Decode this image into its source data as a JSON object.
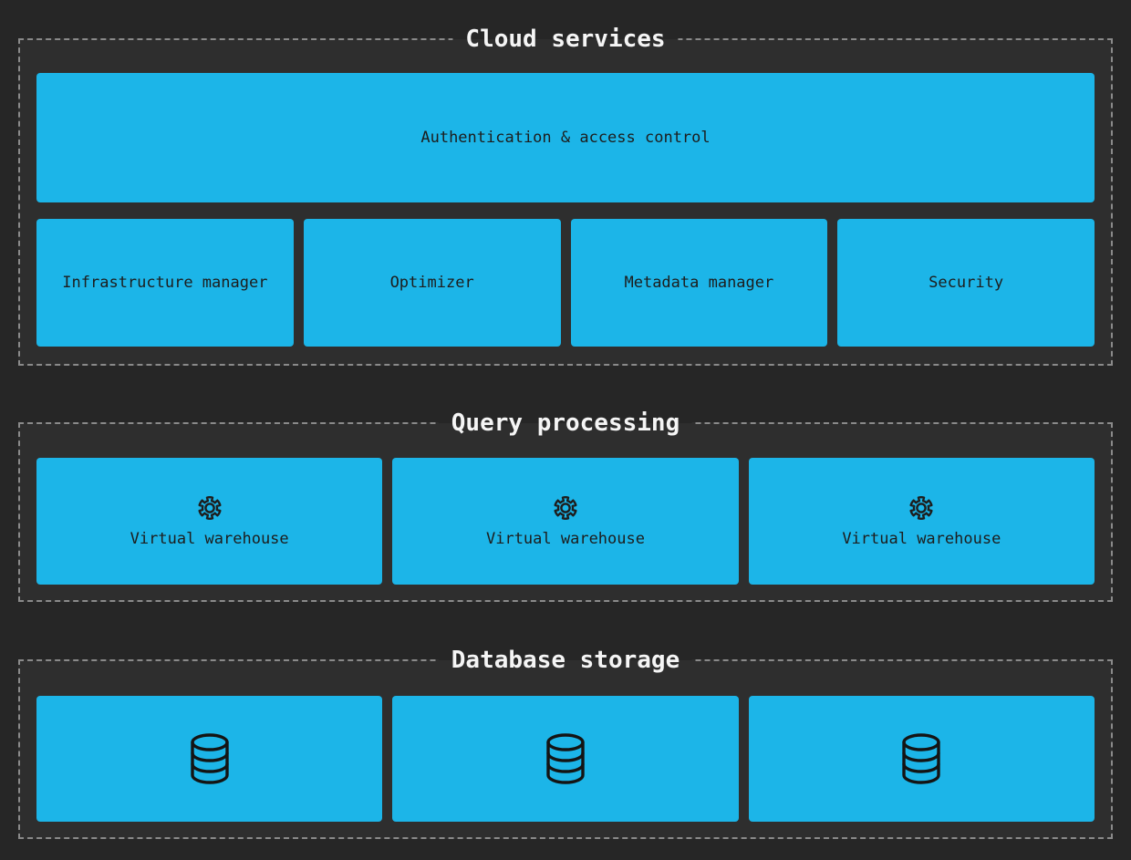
{
  "colors": {
    "page_background": "#262626",
    "section_background": "#2e2e2e",
    "dashed_border": "#8a8a8a",
    "accent_blue": "#1cb5e8",
    "box_text": "#1d1d1d",
    "title_text": "#f5f5f5"
  },
  "diagram": {
    "sections": [
      {
        "title": "Cloud services",
        "banner": "Authentication & access control",
        "boxes": [
          "Infrastructure manager",
          "Optimizer",
          "Metadata manager",
          "Security"
        ]
      },
      {
        "title": "Query processing",
        "boxes": [
          {
            "icon": "gear-icon",
            "label": "Virtual warehouse"
          },
          {
            "icon": "gear-icon",
            "label": "Virtual warehouse"
          },
          {
            "icon": "gear-icon",
            "label": "Virtual warehouse"
          }
        ]
      },
      {
        "title": "Database storage",
        "boxes": [
          {
            "icon": "database-icon"
          },
          {
            "icon": "database-icon"
          },
          {
            "icon": "database-icon"
          }
        ]
      }
    ]
  }
}
